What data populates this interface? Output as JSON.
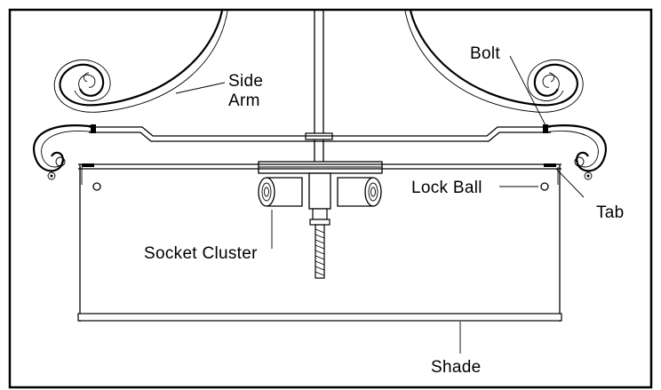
{
  "labels": {
    "side": "Side",
    "arm": "Arm",
    "bolt": "Bolt",
    "lock_ball": "Lock Ball",
    "tab": "Tab",
    "socket_cluster": "Socket Cluster",
    "shade": "Shade"
  }
}
